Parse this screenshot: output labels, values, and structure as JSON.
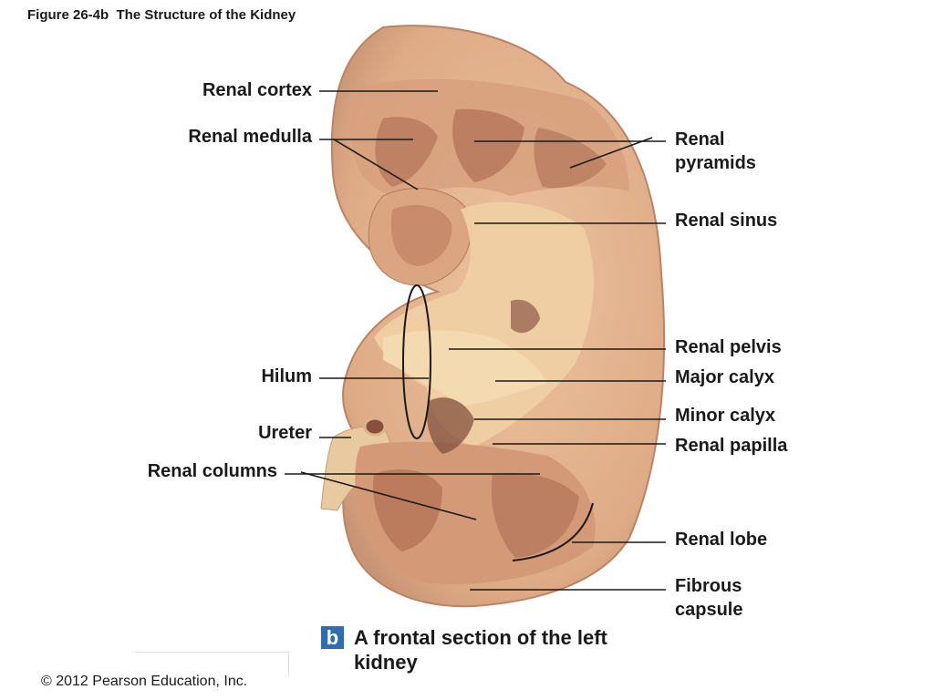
{
  "figure": {
    "title": "Figure 26-4b  The Structure of the Kidney"
  },
  "labels": {
    "renal_cortex": "Renal cortex",
    "renal_medulla": "Renal medulla",
    "renal_pyramids": "Renal\npyramids",
    "renal_sinus": "Renal sinus",
    "renal_pelvis": "Renal pelvis",
    "hilum": "Hilum",
    "major_calyx": "Major calyx",
    "minor_calyx": "Minor calyx",
    "ureter": "Ureter",
    "renal_papilla": "Renal papilla",
    "renal_columns": "Renal columns",
    "renal_lobe": "Renal lobe",
    "fibrous_capsule": "Fibrous\ncapsule"
  },
  "caption": {
    "badge": "b",
    "text": "A frontal section of the left kidney"
  },
  "copyright": "© 2012 Pearson Education, Inc.",
  "colors": {
    "capsule": "#c99a78",
    "cortex": "#e6b996",
    "medulla": "#b97c5e",
    "sinus_fat": "#f2d2a4",
    "line": "#1a1a1a",
    "badge": "#2f6db3"
  }
}
